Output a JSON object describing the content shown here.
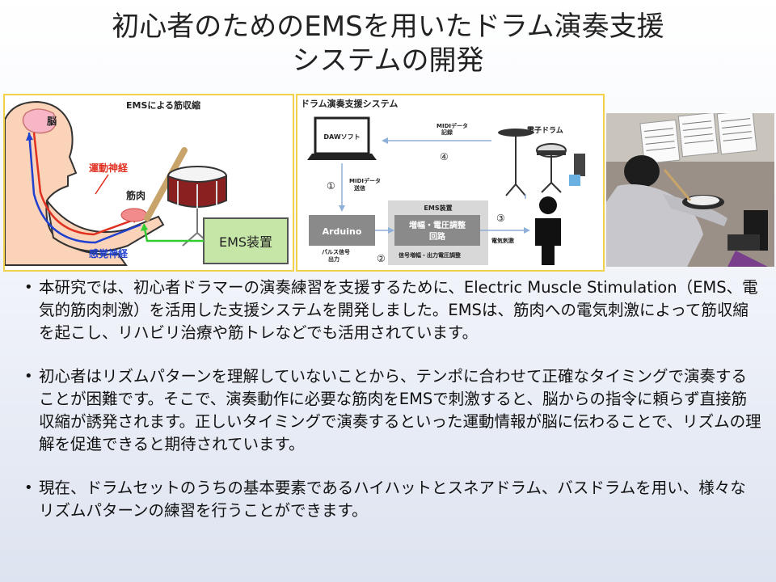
{
  "title": {
    "line1": "初心者のためのEMSを用いたドラム演奏支援",
    "line2": "システムの開発"
  },
  "figure_ems": {
    "heading": "EMSによる筋収縮",
    "brain": "脳",
    "motor_nerve": "運動神経",
    "muscle": "筋肉",
    "sensory_nerve": "感覚神経",
    "device": "EMS装置"
  },
  "figure_system": {
    "heading": "ドラム演奏支援システム",
    "daw": "DAWソフト",
    "midi_record_1": "MIDIデータ",
    "midi_record_2": "記録",
    "step4": "④",
    "edrum": "電子ドラム",
    "step1": "①",
    "midi_send_1": "MIDIデータ",
    "midi_send_2": "送信",
    "ems_group": "EMS装置",
    "arduino": "Arduino",
    "amp_1": "増幅・電圧調整",
    "amp_2": "回路",
    "step3": "③",
    "stim": "電気刺激",
    "pulse_1": "パルス信号",
    "pulse_2": "出力",
    "step2": "②",
    "amp_caption": "信号増幅・出力電圧調整"
  },
  "bullets": [
    "本研究では、初心者ドラマーの演奏練習を支援するために、Electric Muscle Stimulation（EMS、電気的筋肉刺激）を活用した支援システムを開発しました。EMSは、筋肉への電気刺激によって筋収縮を起こし、リハビリ治療や筋トレなどでも活用されています。",
    "初心者はリズムパターンを理解していないことから、テンポに合わせて正確なタイミングで演奏することが困難です。そこで、演奏動作に必要な筋肉をEMSで刺激すると、脳からの指令に頼らず直接筋収縮が誘発されます。正しいタイミングで演奏するといった運動情報が脳に伝わることで、リズムの理解を促進できると期待されています。",
    "現在、ドラムセットのうちの基本要素であるハイハットとスネアドラム、バスドラムを用い、様々なリズムパターンの練習を行うことができます。"
  ],
  "colors": {
    "frame": "#f2d24a",
    "motor_nerve": "#e03020",
    "sensory_nerve": "#2040d0",
    "ems_box": "#c6e6a8",
    "ems_line": "#33cc33",
    "system_grey": "#8a8a8a"
  }
}
